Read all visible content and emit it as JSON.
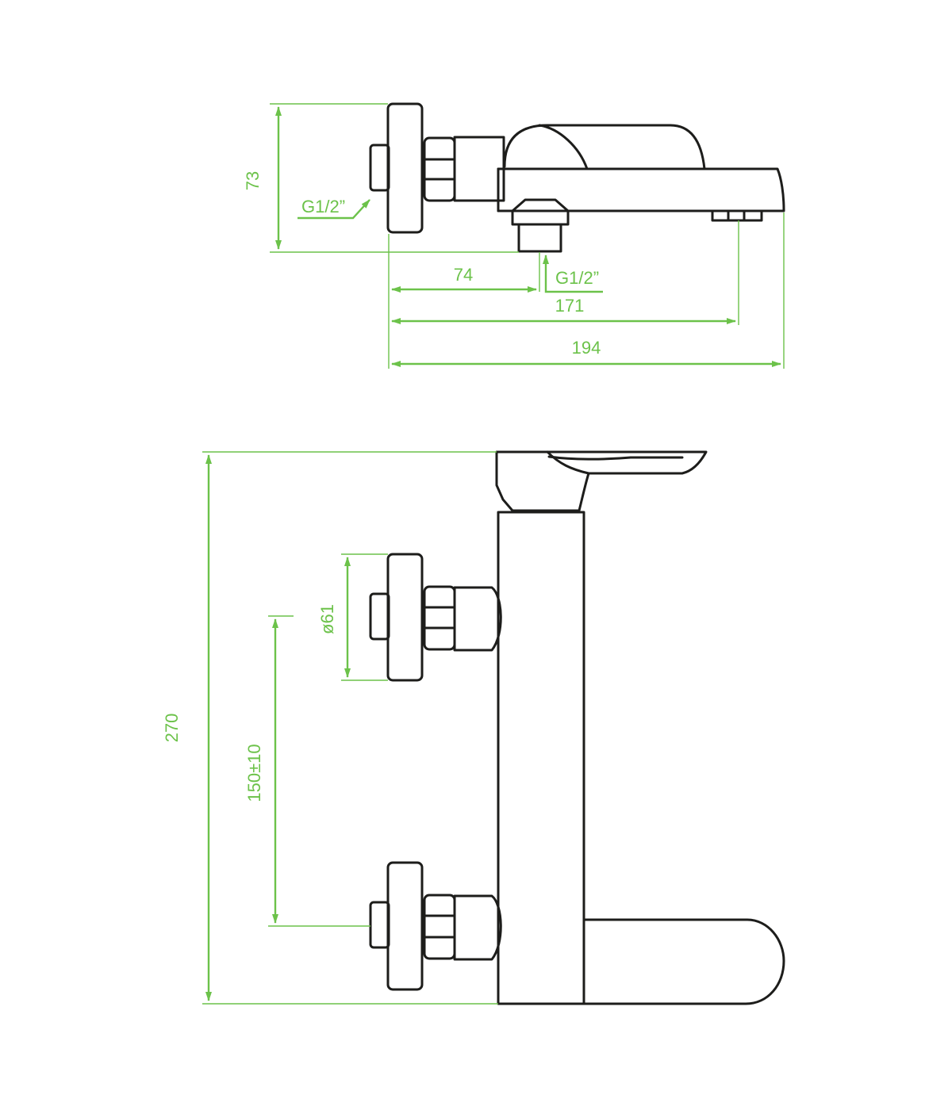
{
  "top_view": {
    "dim_height": "73",
    "thread_left": "G1/2”",
    "thread_bottom": "G1/2”",
    "dim_74": "74",
    "dim_171": "171",
    "dim_194": "194"
  },
  "front_view": {
    "dim_total_height": "270",
    "dim_diameter": "ø61",
    "dim_spacing": "150±10"
  },
  "colors": {
    "dimension": "#6cc24a",
    "outline": "#1d1d1b"
  }
}
